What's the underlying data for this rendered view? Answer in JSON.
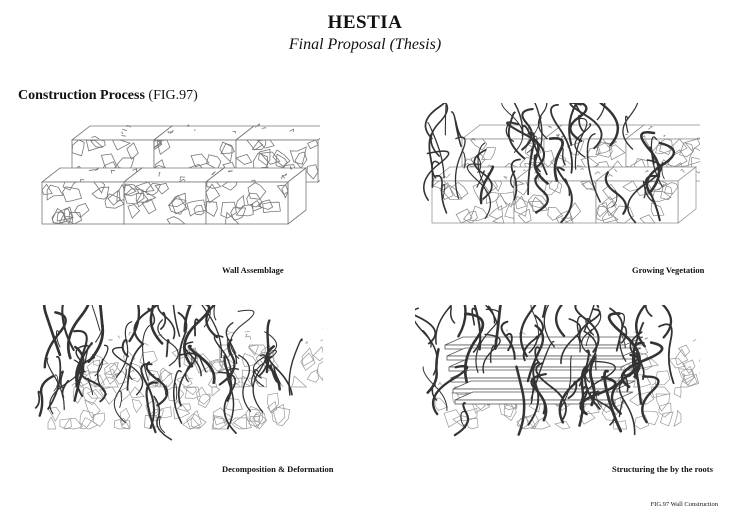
{
  "header": {
    "title": "HESTIA",
    "subtitle": "Final Proposal (Thesis)"
  },
  "section": {
    "label": "Construction Process",
    "figure_ref": "(FIG.97)"
  },
  "panels": [
    {
      "caption": "Wall Assemblage",
      "stage": "blocks"
    },
    {
      "caption": "Growing Vegetation",
      "stage": "vegetation"
    },
    {
      "caption": "Decomposition & Deformation",
      "stage": "decomposition"
    },
    {
      "caption": "Structuring the by the roots",
      "stage": "structuring"
    }
  ],
  "figure_caption": "FIG.97 Wall Construction"
}
